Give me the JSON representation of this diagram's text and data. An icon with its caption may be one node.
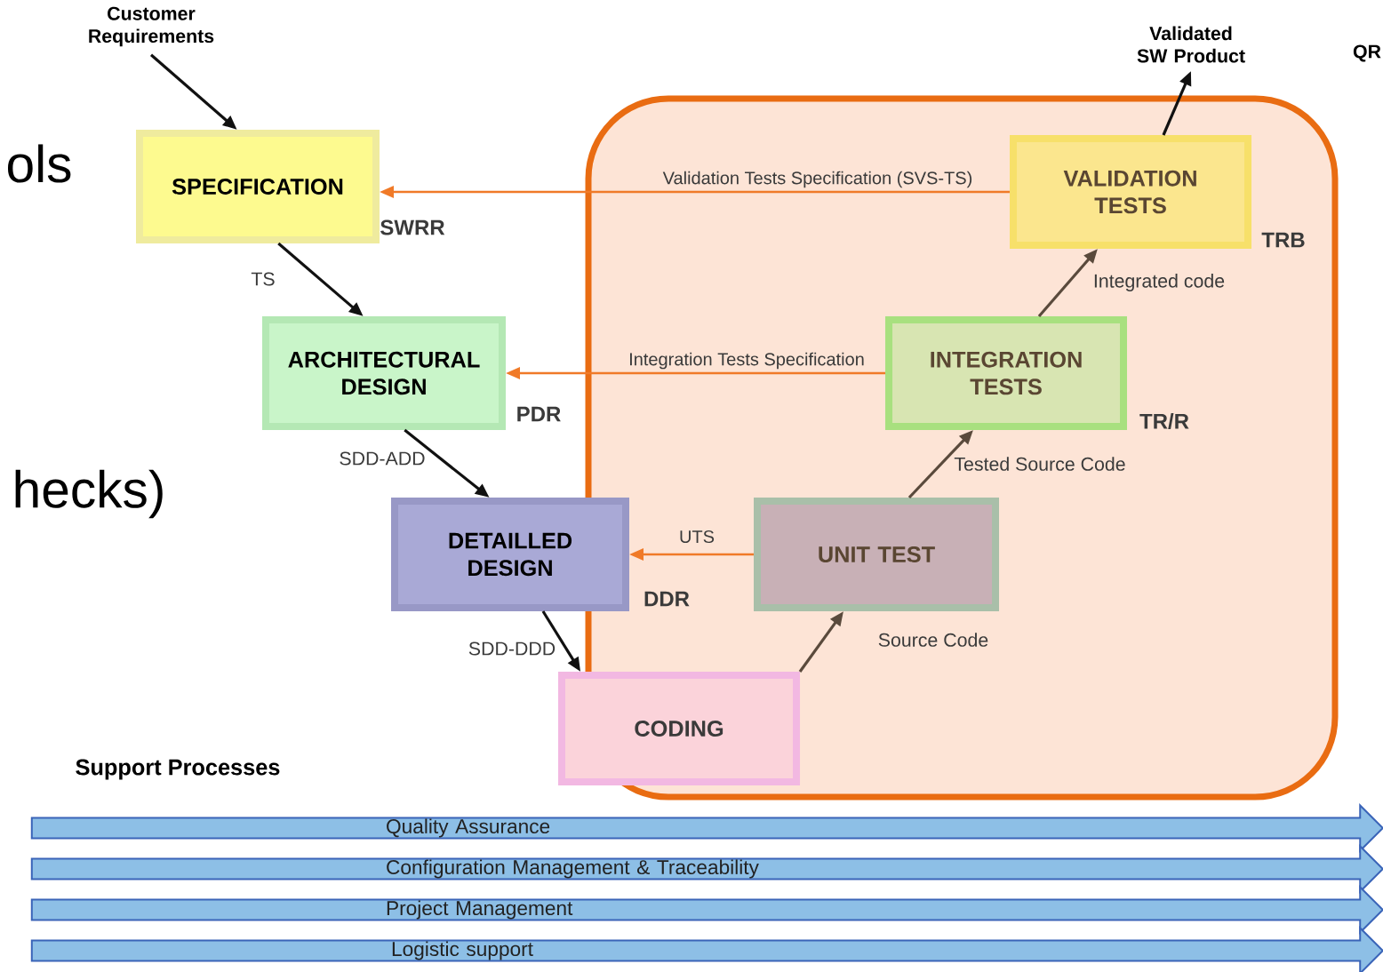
{
  "diagram": {
    "nodes": [
      {
        "text": [
          "Customer Requirements"
        ]
      },
      {
        "text": [
          "SPECIFICATION"
        ],
        "beside": [
          "SWRR"
        ]
      },
      {
        "text": [
          "ARCHITECTURAL DESIGN"
        ],
        "beside": [
          "PDR"
        ]
      },
      {
        "text": [
          "DETAILLED DESIGN"
        ],
        "beside": [
          "DDR"
        ]
      },
      {
        "text": [],
        "shape": "box"
      },
      {
        "text": [
          "CODING"
        ]
      },
      {
        "text": [
          "UNIT TEST"
        ],
        "in": 4
      },
      {
        "text": [
          "INTEGRATION TESTS"
        ],
        "beside": [
          "TR/R"
        ],
        "in": 4
      },
      {
        "text": [
          "VALIDATION TESTS"
        ],
        "beside": [
          "TRB"
        ],
        "in": 4
      },
      {
        "text": [
          "Validated SW Product"
        ]
      },
      {
        "text": [
          "Quality Assurance"
        ]
      },
      {
        "text": [
          "Configuration Management & Traceability"
        ]
      },
      {
        "text": [
          "Project Management"
        ]
      },
      {
        "text": [
          "Logistic support"
        ]
      }
    ],
    "edges": [
      {
        "from": 0,
        "to": 1,
        "arrow": "to"
      },
      {
        "from": 1,
        "to": 2,
        "arrow": "to",
        "label": "TS"
      },
      {
        "from": 2,
        "to": 3,
        "arrow": "to",
        "label": "SDD-ADD"
      },
      {
        "from": 3,
        "to": 5,
        "arrow": "to",
        "label": "SDD-DDD"
      },
      {
        "from": 5,
        "to": 6,
        "arrow": "to",
        "label": "Source Code",
        "color": "#5a4a3c"
      },
      {
        "from": 6,
        "to": 7,
        "arrow": "to",
        "label": "Tested Source Code",
        "color": "#5a4a3c"
      },
      {
        "from": 7,
        "to": 8,
        "arrow": "to",
        "label": "Integrated code",
        "color": "#5a4a3c"
      },
      {
        "from": 8,
        "to": 9,
        "arrow": "to"
      },
      {
        "from": 8,
        "to": 1,
        "arrow": "to",
        "label": "Validation Tests Specification (SVS-TS)",
        "color": "#f07a28"
      },
      {
        "from": 7,
        "to": 2,
        "arrow": "to",
        "label": "Integration Tests Specification",
        "color": "#f07a28"
      },
      {
        "from": 6,
        "to": 3,
        "arrow": "to",
        "label": "UTS",
        "color": "#f07a28"
      }
    ],
    "labels": [
      "ols",
      "hecks)",
      "QR",
      "Support Processes"
    ]
  }
}
